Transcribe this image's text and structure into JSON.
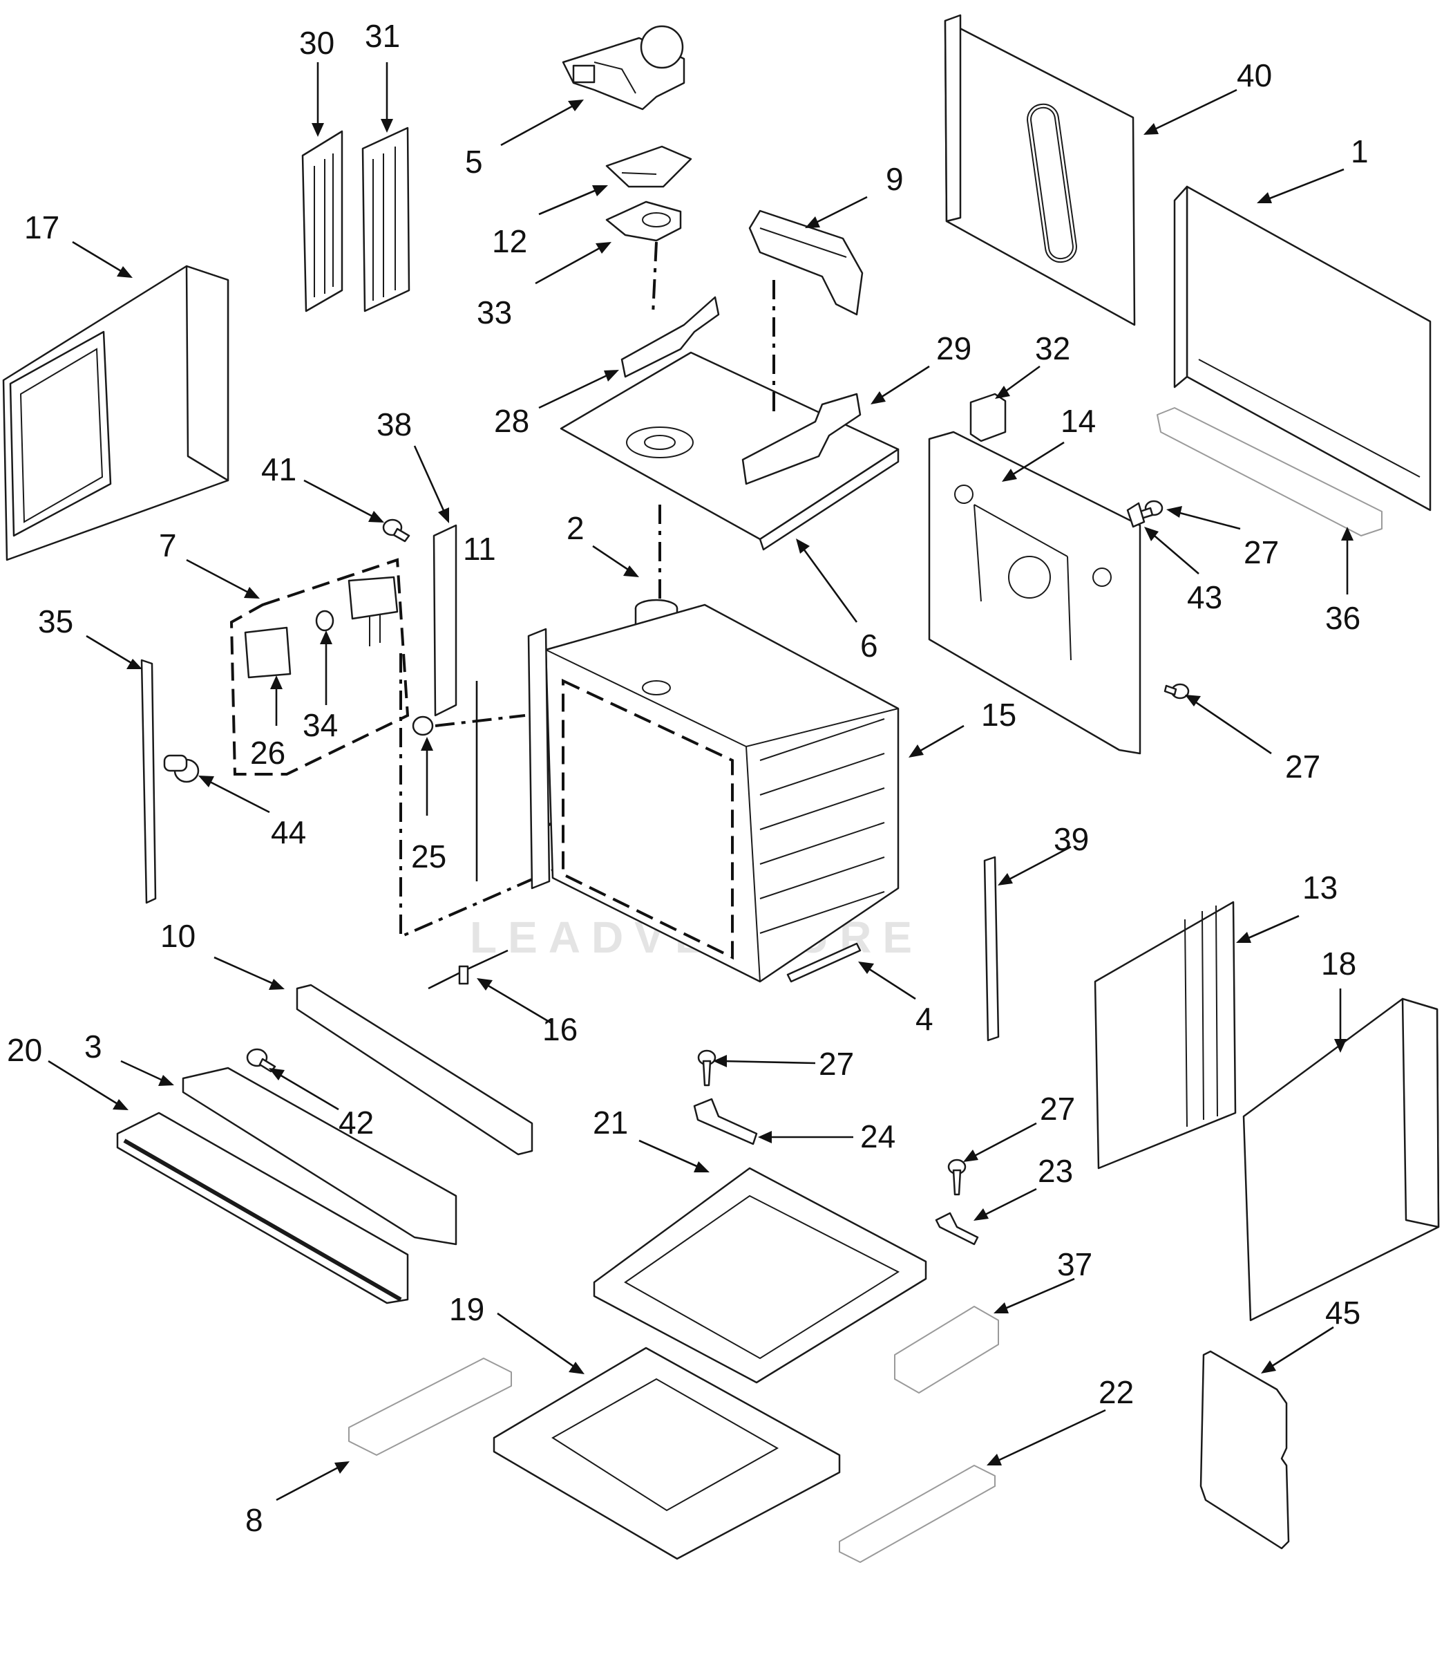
{
  "diagram": {
    "watermark": "LEADVENTURE",
    "callouts": [
      "1",
      "2",
      "3",
      "4",
      "5",
      "6",
      "7",
      "8",
      "9",
      "10",
      "11",
      "12",
      "13",
      "14",
      "15",
      "16",
      "17",
      "18",
      "19",
      "20",
      "21",
      "22",
      "23",
      "24",
      "25",
      "26",
      "27",
      "28",
      "29",
      "30",
      "31",
      "32",
      "33",
      "34",
      "35",
      "36",
      "37",
      "38",
      "39",
      "40",
      "41",
      "42",
      "43",
      "44",
      "45"
    ],
    "callout_27_repeats": [
      "27",
      "27",
      "27",
      "27"
    ]
  }
}
